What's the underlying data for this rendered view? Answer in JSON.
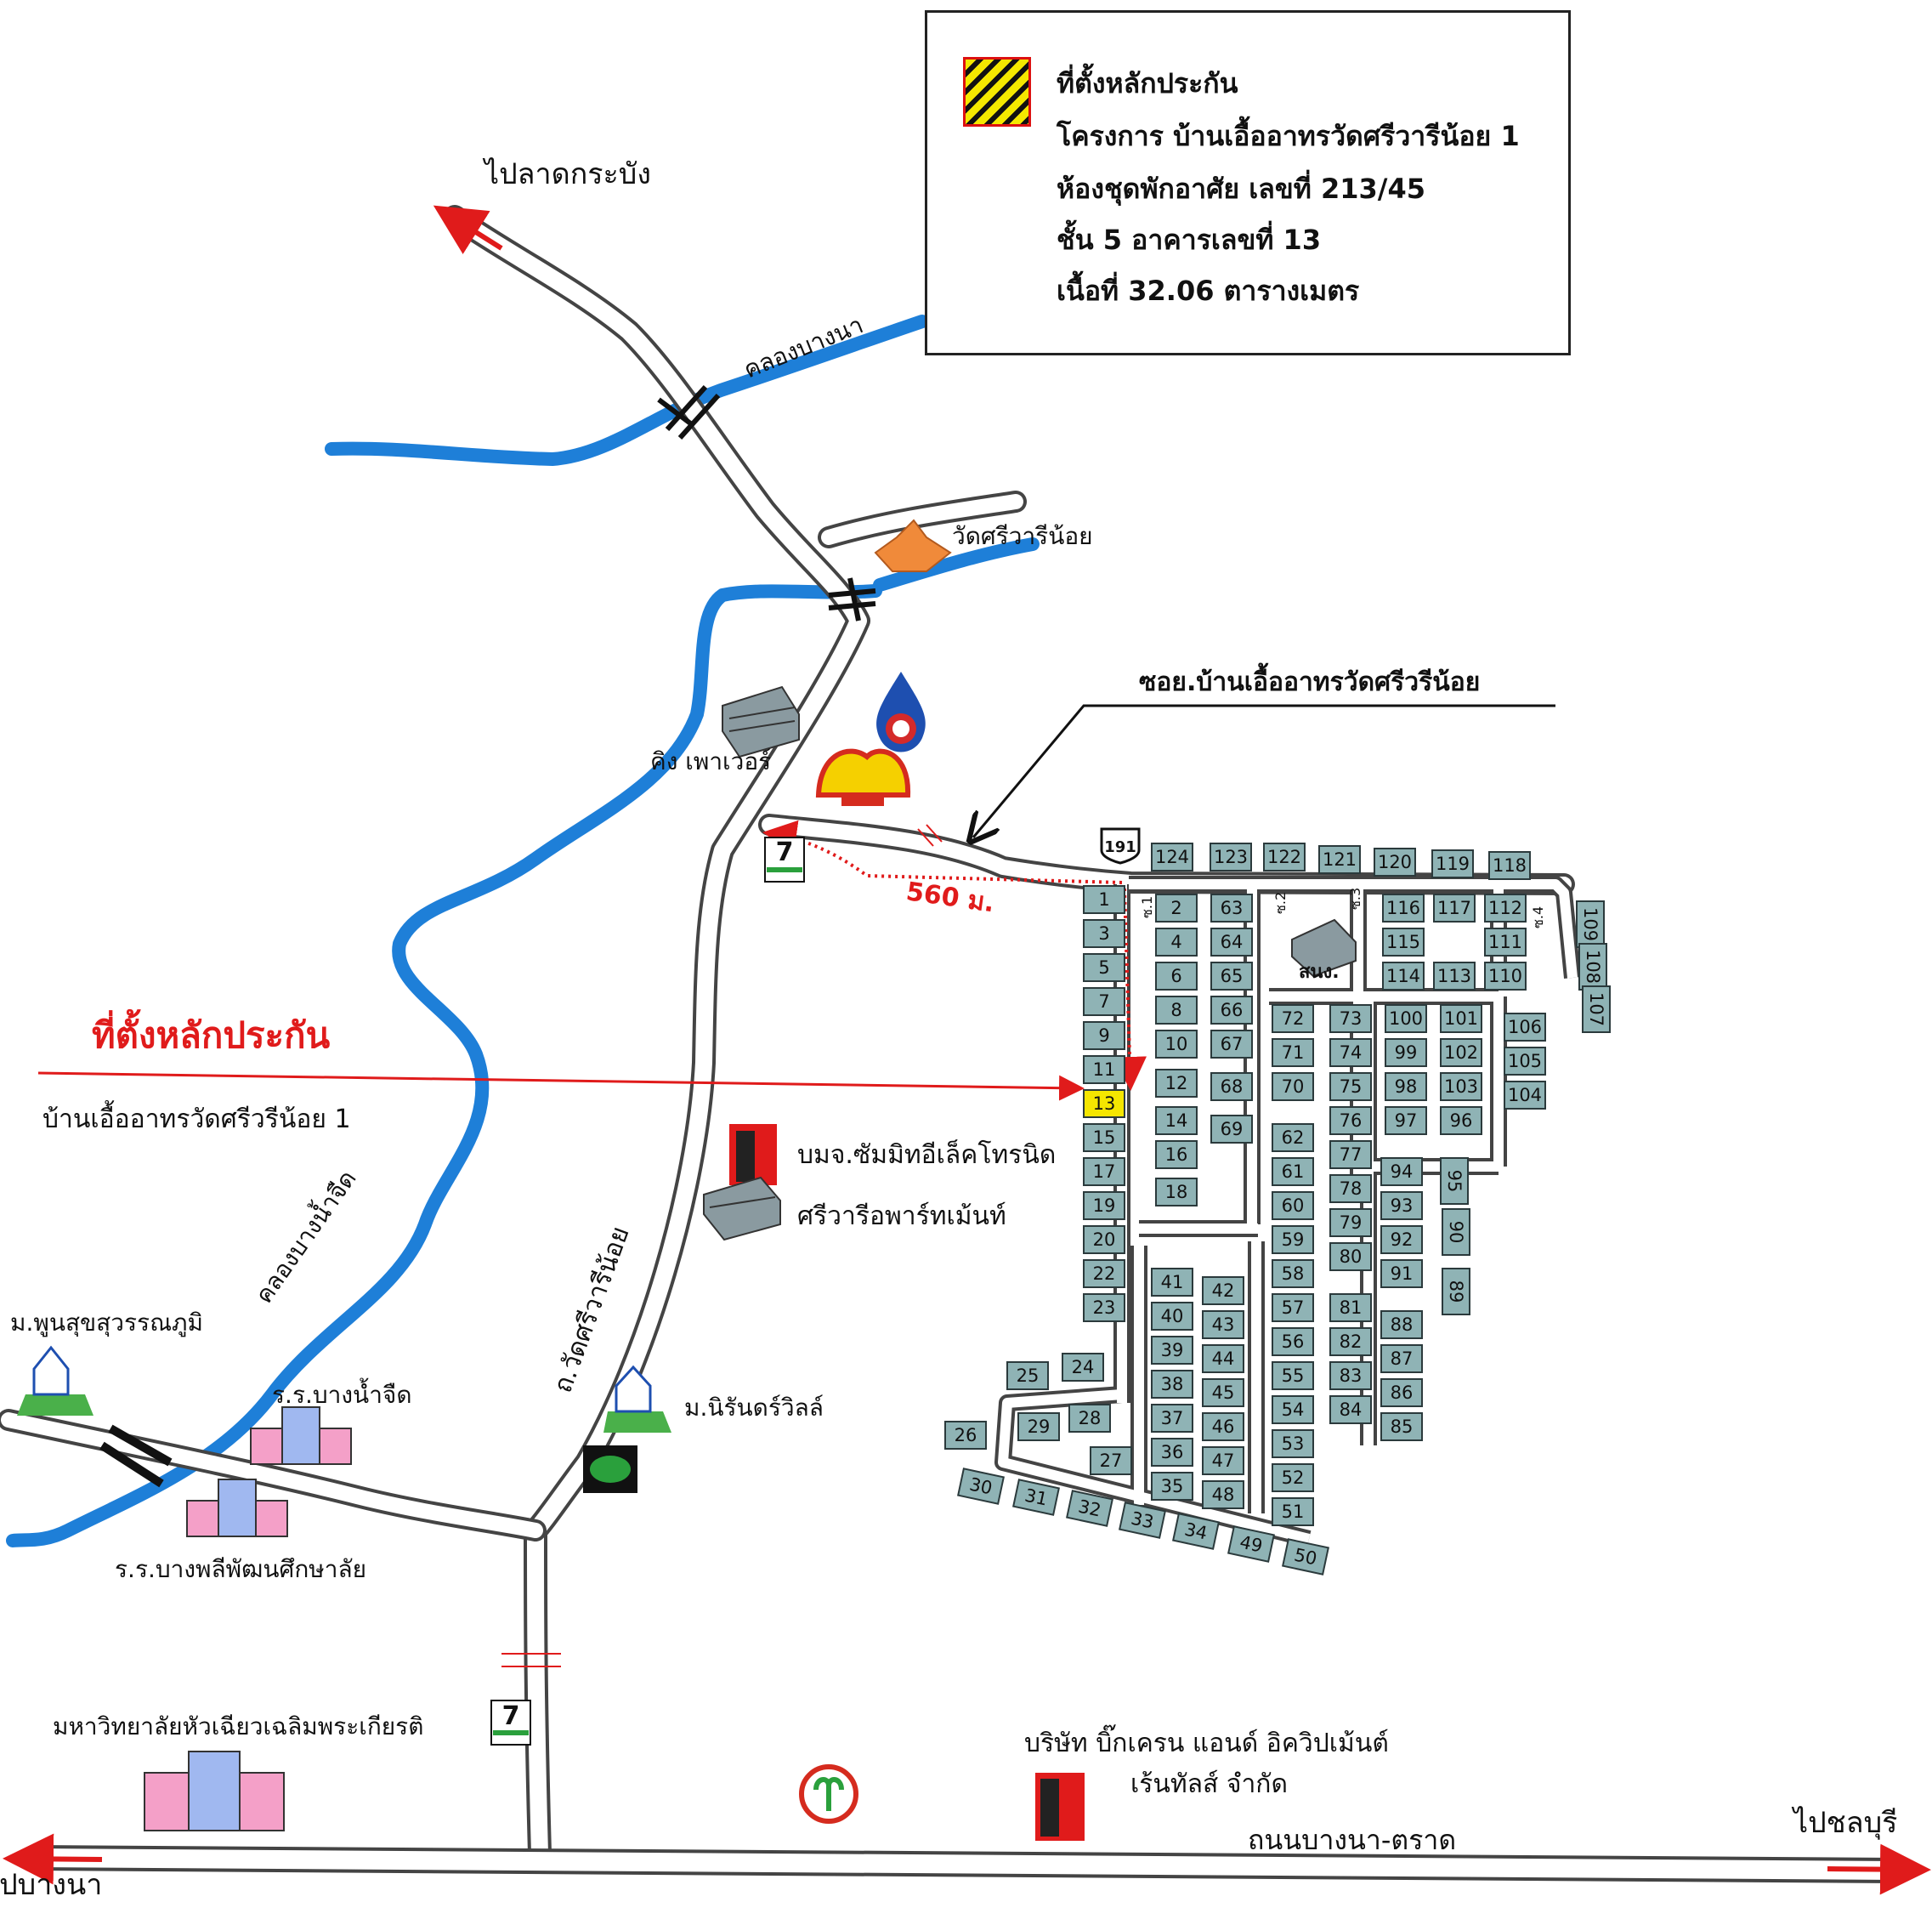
{
  "legend": {
    "lines": [
      "ที่ตั้งหลักประกัน",
      "โครงการ บ้านเอื้ออาทรวัดศรีวารีน้อย 1",
      "ห้องชุดพักอาศัย เลขที่ 213/45",
      "ชั้น 5 อาคารเลขที่ 13",
      "เนื้อที่ 32.06 ตารางเมตร"
    ]
  },
  "labels": {
    "to_lat_krabang": "ไปลาดกระบัง",
    "khlong_bang_na": "คลองบางนา",
    "wat_sri_wari_noi": "วัดศรีวารีน้อย",
    "soi_label": "ซอย.บ้านเอื้ออาทรวัดศรีวรีน้อย",
    "king_power": "คิง เพาเวอร์",
    "distance": "560 ม.",
    "collateral_title": "ที่ตั้งหลักประกัน",
    "collateral_sub": "บ้านเอื้ออาทรวัดศรีวรีน้อย 1",
    "sumitomo": "บมจ.ซัมมิทอีเล็คโทรนิด",
    "sri_wari_apartment": "ศรีวารีอพาร์ทเม้นท์",
    "khlong_bang_nam_chuet": "คลองบางน้ำจืด",
    "road_wat_sri_wari": "ถ.วัดศรีวารีน้อย",
    "moo_poon_suk": "ม.พูนสุขสุวรรณภูมิ",
    "school_bang_nam_chuet": "ร.ร.บางน้ำจืด",
    "school_bang_phli": "ร.ร.บางพลีพัฒนศึกษาลัย",
    "moo_nirun": "ม.นิรันดร์วิลล์",
    "hua_chiew": "มหาวิทยาลัยหัวเฉียวเฉลิมพระเกียรติ",
    "big_crane_1": "บริษัท บิ๊กเครน แอนด์ อิควิปเม้นต์",
    "big_crane_2": "เร้นทัลส์ จำกัด",
    "road_bang_na_trat": "ถนนบางนา-ตราด",
    "to_chonburi": "ไปชลบุรี",
    "to_bang_na": "ไปบางนา",
    "sanong": "สนง.",
    "route": "191",
    "soi_1": "ซ.1",
    "soi_2": "ซ.2",
    "soi_3": "ซ.3",
    "soi_4": "ซ.4",
    "seven_eleven": "7"
  },
  "colors": {
    "river": "#1e7fd8",
    "road_outline": "#444444",
    "plot_fill": "#8fb3b5",
    "highlight": "#f5e600",
    "accent_red": "#e01b1b"
  },
  "plots": [
    {
      "n": "1"
    },
    {
      "n": "3"
    },
    {
      "n": "5"
    },
    {
      "n": "7"
    },
    {
      "n": "9"
    },
    {
      "n": "11"
    },
    {
      "n": "13",
      "highlight": true
    },
    {
      "n": "15"
    },
    {
      "n": "17"
    },
    {
      "n": "19"
    },
    {
      "n": "20"
    },
    {
      "n": "22"
    },
    {
      "n": "23"
    },
    {
      "n": "2"
    },
    {
      "n": "4"
    },
    {
      "n": "6"
    },
    {
      "n": "8"
    },
    {
      "n": "10"
    },
    {
      "n": "12"
    },
    {
      "n": "14"
    },
    {
      "n": "16"
    },
    {
      "n": "18"
    },
    {
      "n": "63"
    },
    {
      "n": "64"
    },
    {
      "n": "65"
    },
    {
      "n": "66"
    },
    {
      "n": "67"
    },
    {
      "n": "68"
    },
    {
      "n": "69"
    },
    {
      "n": "124"
    },
    {
      "n": "123"
    },
    {
      "n": "122"
    },
    {
      "n": "121"
    },
    {
      "n": "120"
    },
    {
      "n": "119"
    },
    {
      "n": "118"
    },
    {
      "n": "116"
    },
    {
      "n": "115"
    },
    {
      "n": "114"
    },
    {
      "n": "117"
    },
    {
      "n": "113"
    },
    {
      "n": "112"
    },
    {
      "n": "111"
    },
    {
      "n": "110"
    },
    {
      "n": "109"
    },
    {
      "n": "108"
    },
    {
      "n": "107"
    },
    {
      "n": "72"
    },
    {
      "n": "71"
    },
    {
      "n": "70"
    },
    {
      "n": "62"
    },
    {
      "n": "61"
    },
    {
      "n": "60"
    },
    {
      "n": "59"
    },
    {
      "n": "58"
    },
    {
      "n": "57"
    },
    {
      "n": "56"
    },
    {
      "n": "55"
    },
    {
      "n": "54"
    },
    {
      "n": "53"
    },
    {
      "n": "52"
    },
    {
      "n": "51"
    },
    {
      "n": "73"
    },
    {
      "n": "74"
    },
    {
      "n": "75"
    },
    {
      "n": "76"
    },
    {
      "n": "77"
    },
    {
      "n": "78"
    },
    {
      "n": "79"
    },
    {
      "n": "80"
    },
    {
      "n": "81"
    },
    {
      "n": "82"
    },
    {
      "n": "83"
    },
    {
      "n": "84"
    },
    {
      "n": "100"
    },
    {
      "n": "99"
    },
    {
      "n": "98"
    },
    {
      "n": "97"
    },
    {
      "n": "101"
    },
    {
      "n": "102"
    },
    {
      "n": "103"
    },
    {
      "n": "96"
    },
    {
      "n": "106"
    },
    {
      "n": "105"
    },
    {
      "n": "104"
    },
    {
      "n": "94"
    },
    {
      "n": "93"
    },
    {
      "n": "92"
    },
    {
      "n": "91"
    },
    {
      "n": "95"
    },
    {
      "n": "90"
    },
    {
      "n": "89"
    },
    {
      "n": "88"
    },
    {
      "n": "87"
    },
    {
      "n": "86"
    },
    {
      "n": "85"
    },
    {
      "n": "41"
    },
    {
      "n": "40"
    },
    {
      "n": "39"
    },
    {
      "n": "38"
    },
    {
      "n": "37"
    },
    {
      "n": "36"
    },
    {
      "n": "35"
    },
    {
      "n": "42"
    },
    {
      "n": "43"
    },
    {
      "n": "44"
    },
    {
      "n": "45"
    },
    {
      "n": "46"
    },
    {
      "n": "47"
    },
    {
      "n": "48"
    },
    {
      "n": "25"
    },
    {
      "n": "24"
    },
    {
      "n": "26"
    },
    {
      "n": "29"
    },
    {
      "n": "28"
    },
    {
      "n": "27"
    },
    {
      "n": "30"
    },
    {
      "n": "31"
    },
    {
      "n": "32"
    },
    {
      "n": "33"
    },
    {
      "n": "34"
    },
    {
      "n": "49"
    },
    {
      "n": "50"
    }
  ]
}
